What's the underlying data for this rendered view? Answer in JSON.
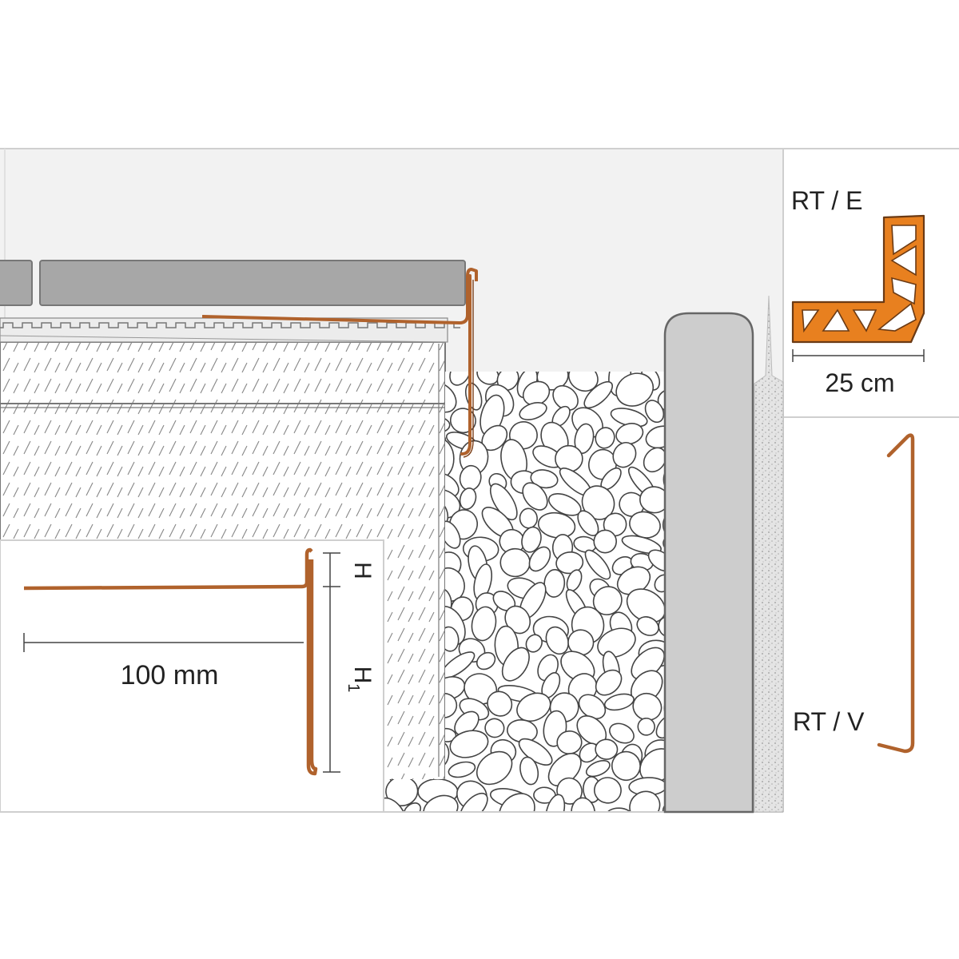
{
  "labels": {
    "rt_e": "RT / E",
    "width_25cm": "25 cm",
    "rt_v": "RT / V",
    "length_100mm": "100 mm",
    "dim_h": "H",
    "dim_h1": "H",
    "dim_h1_sub": "1"
  },
  "colors": {
    "profile": "#b0622c",
    "profile_fill": "#e8801f",
    "tile": "#a7a7a7",
    "pole": "#cdcdcd",
    "background": "#f2f2f2"
  },
  "icons": [
    "tile-profile-rt-e-icon",
    "tile-profile-rt-v-icon",
    "pebble-gravel-texture",
    "screed-hatch-texture"
  ]
}
